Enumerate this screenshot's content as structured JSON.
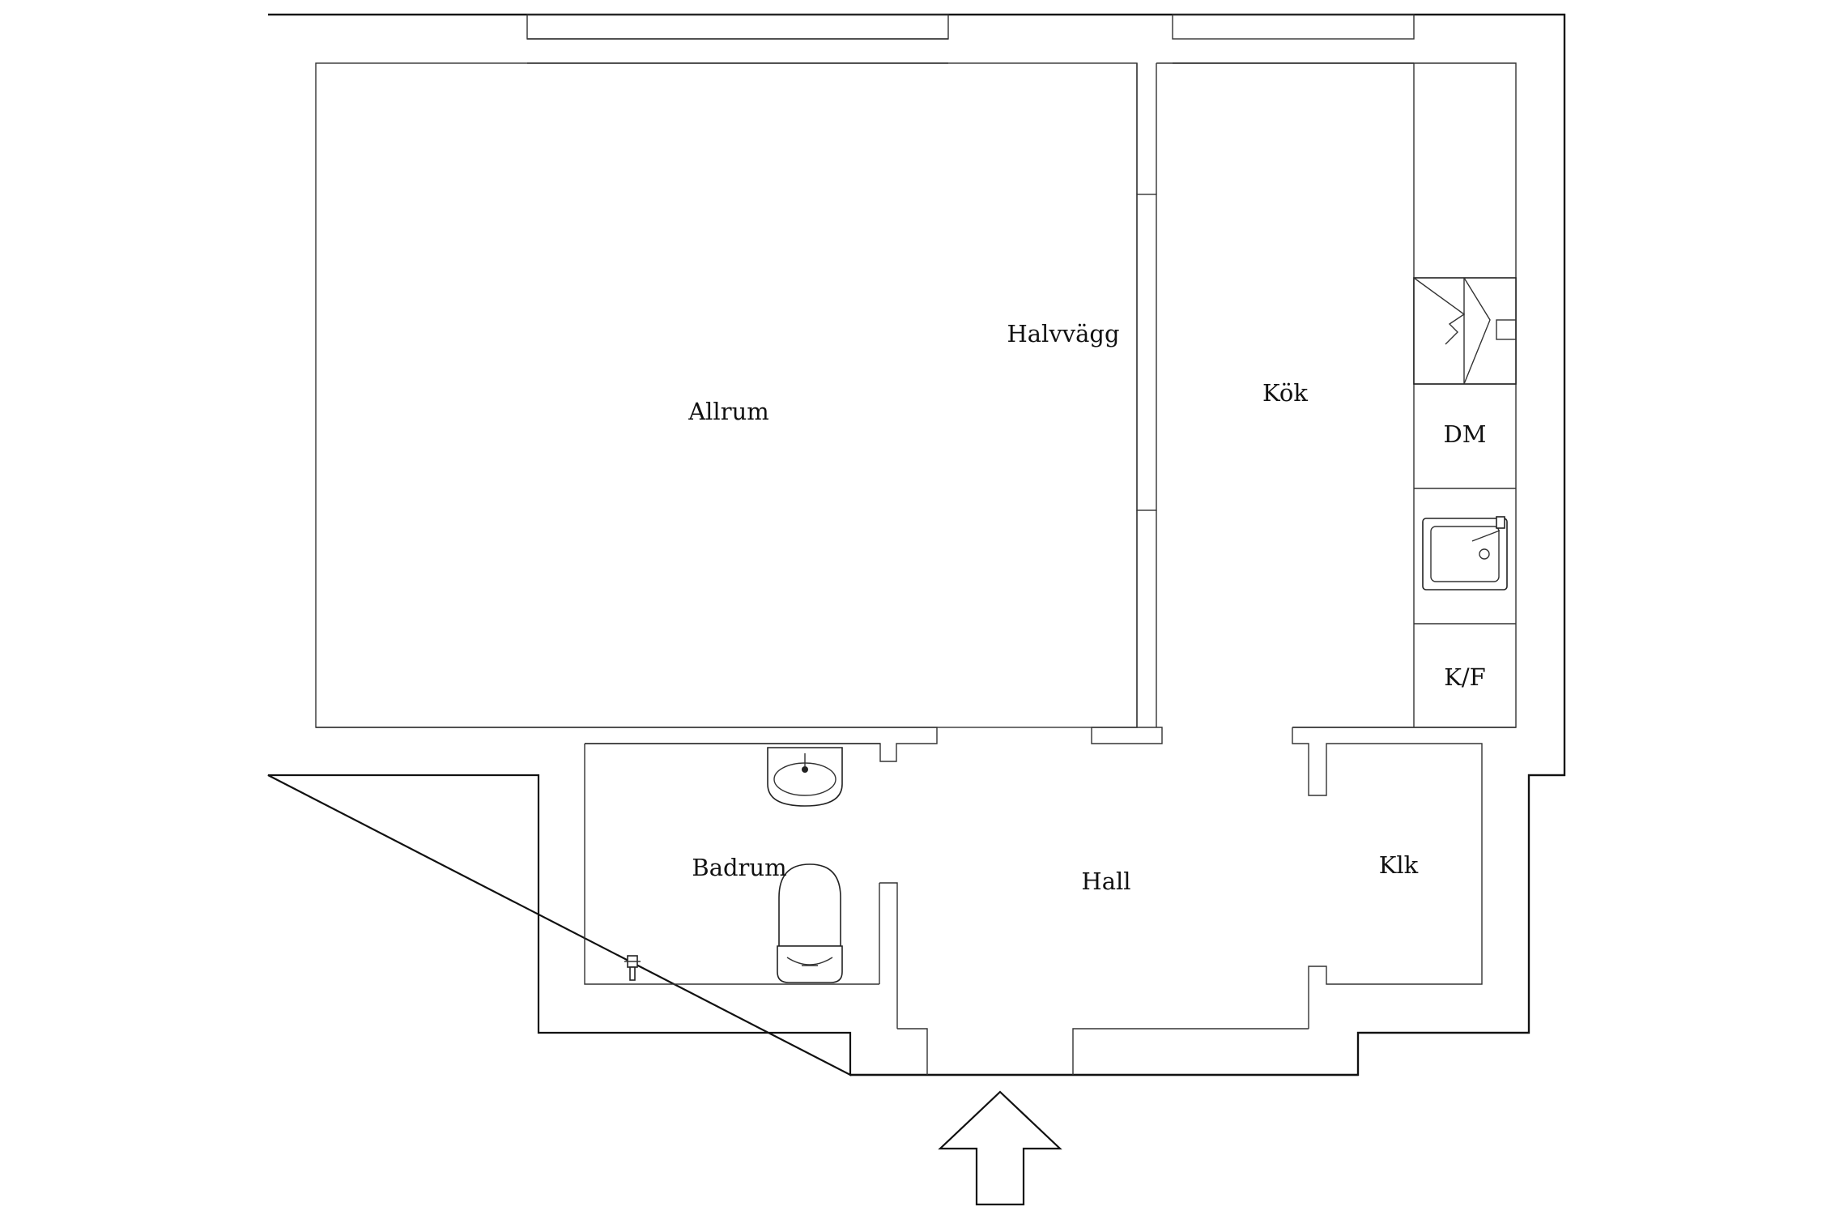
{
  "rooms": {
    "allrum": "Allrum",
    "halvvagg": "Halvvägg",
    "kok": "Kök",
    "dm": "DM",
    "kf": "K/F",
    "badrum": "Badrum",
    "hall": "Hall",
    "klk": "Klk"
  },
  "colors": {
    "background": "#ffffff",
    "lines": "#111111"
  },
  "icons": {
    "entrance": "entrance-arrow-icon",
    "sink": "sink-icon",
    "toilet": "toilet-icon",
    "stove": "stove-icon",
    "washbasin": "washbasin-icon"
  }
}
